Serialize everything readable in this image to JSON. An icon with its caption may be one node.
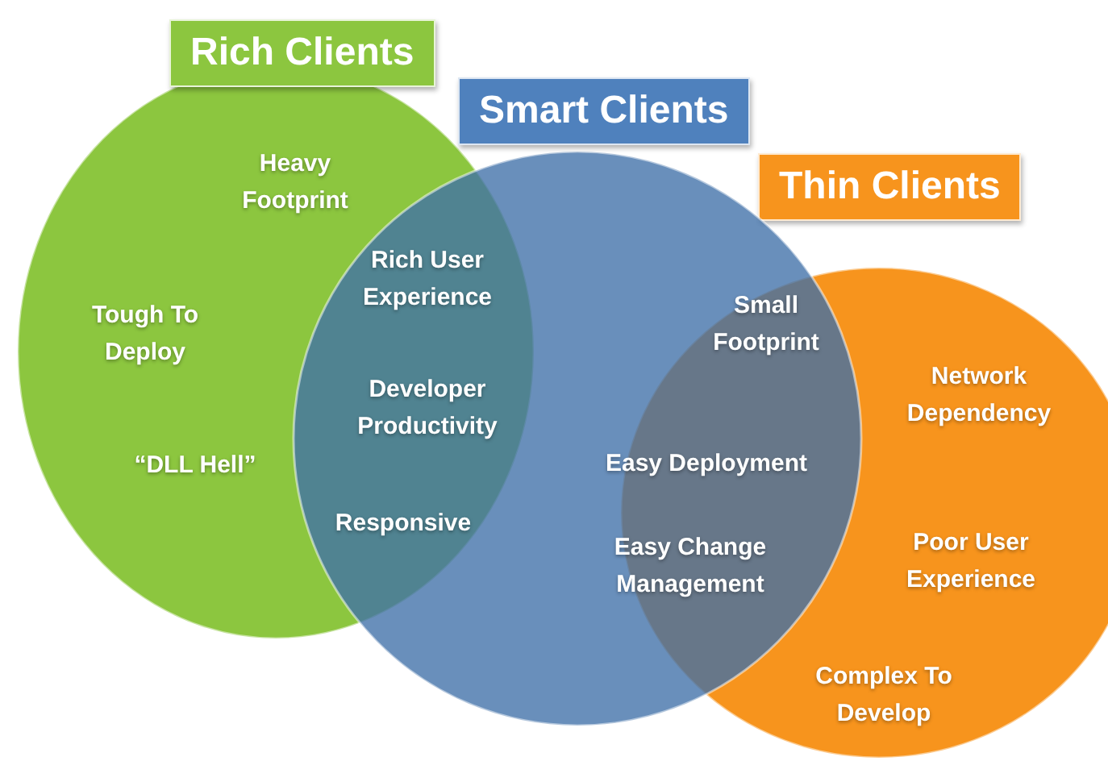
{
  "diagram": {
    "nodes": [
      {
        "text": [
          "Rich Clients",
          "Heavy Footprint",
          "Tough To Deploy",
          "“DLL Hell”"
        ]
      },
      {
        "text": [
          "Thin Clients",
          "Network Dependency",
          "Poor User Experience",
          "Complex To Develop"
        ]
      },
      {
        "text": [
          "Smart Clients"
        ]
      }
    ],
    "labels": [
      "Rich User Experience",
      "Developer Productivity",
      "Responsive",
      "Small Footprint",
      "Easy Deployment",
      "Easy Change Management"
    ]
  }
}
